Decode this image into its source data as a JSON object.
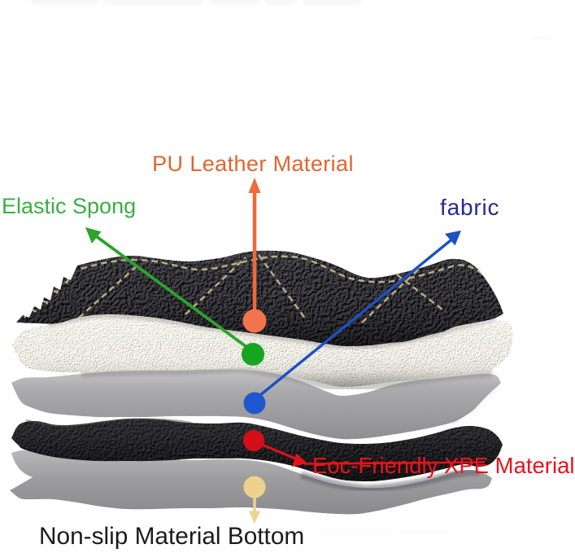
{
  "diagram": {
    "type": "product-material-layers",
    "labels": {
      "pu_leather": {
        "text": "PU Leather Material",
        "color": "#e0652f"
      },
      "elastic_sponge": {
        "text": "Elastic Spong",
        "color": "#3bae41"
      },
      "fabric": {
        "text": "fabric",
        "color": "#28289a"
      },
      "xpe": {
        "text": "Eoc-Friendly XPE Material",
        "color": "#e8141b"
      },
      "non_slip": {
        "text": "Non-slip Material Bottom",
        "color": "#1b1b1b"
      }
    },
    "markers": {
      "pu_leather": {
        "color": "#f3734d"
      },
      "elastic_sponge": {
        "color": "#16a51e"
      },
      "fabric": {
        "color": "#2057d0"
      },
      "xpe": {
        "color": "#d30f17"
      },
      "non_slip": {
        "color": "#ecd28c"
      }
    },
    "arrows": {
      "pu_leather": {
        "color": "#ed6a3c"
      },
      "elastic_sponge": {
        "color": "#2ca32c"
      },
      "fabric": {
        "color": "#1f4fc4"
      },
      "xpe": {
        "color": "#e01318"
      },
      "non_slip": {
        "color": "#e9d492"
      }
    },
    "layer_names": [
      "pu-leather",
      "elastic-sponge",
      "fabric",
      "xpe-foam",
      "non-slip-bottom"
    ]
  }
}
